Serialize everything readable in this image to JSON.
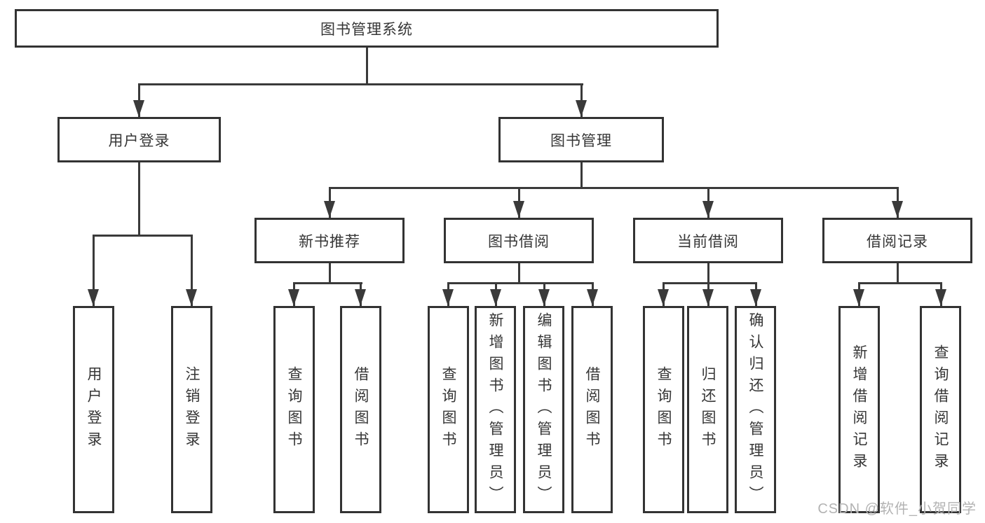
{
  "diagram": {
    "root": {
      "label": "图书管理系统"
    },
    "level2": [
      {
        "label": "用户登录"
      },
      {
        "label": "图书管理"
      }
    ],
    "level3": [
      {
        "label": "新书推荐"
      },
      {
        "label": "图书借阅"
      },
      {
        "label": "当前借阅"
      },
      {
        "label": "借阅记录"
      }
    ],
    "leaves": {
      "user_login": [
        {
          "label": "用户登录"
        },
        {
          "label": "注销登录"
        }
      ],
      "new_books": [
        {
          "label": "查询图书"
        },
        {
          "label": "借阅图书"
        }
      ],
      "book_borrow": [
        {
          "label": "查询图书"
        },
        {
          "label": "新增图书（管理员）"
        },
        {
          "label": "编辑图书（管理员）"
        },
        {
          "label": "借阅图书"
        }
      ],
      "current_borrow": [
        {
          "label": "查询图书"
        },
        {
          "label": "归还图书"
        },
        {
          "label": "确认归还（管理员）"
        }
      ],
      "borrow_records": [
        {
          "label": "新增借阅记录"
        },
        {
          "label": "查询借阅记录"
        }
      ]
    }
  },
  "watermark": {
    "text": "CSDN @软件_小贺同学"
  }
}
